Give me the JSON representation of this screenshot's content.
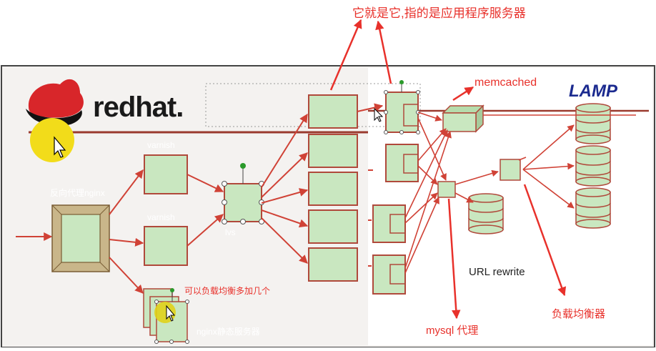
{
  "callouts": {
    "top_annotation": "它就是它,指的是应用程序服务器",
    "memcached": "memcached",
    "mysql_proxy": "mysql 代理",
    "load_balancer": "负载均衡器",
    "multi_lb_note": "可以负载均衡多加几个"
  },
  "diagram_labels": {
    "logo_text": "redhat.",
    "lamp": "LAMP",
    "reverse_proxy": "反向代理nginx",
    "varnish_top": "varnish",
    "varnish_bottom": "varnish",
    "lvs": "lvs",
    "nginx_static": "nginx静态服务器",
    "url_rewrite": "URL rewrite"
  },
  "colors": {
    "node_fill": "#c9e7c0",
    "node_stroke": "#b0493b",
    "arrow": "#d04236",
    "annotation_red": "#e8312b",
    "slide_bg": "#f4f2f0",
    "hat_red": "#d8262a",
    "highlight_yellow": "#f2dc1a",
    "lamp_blue": "#1b2a8f"
  }
}
